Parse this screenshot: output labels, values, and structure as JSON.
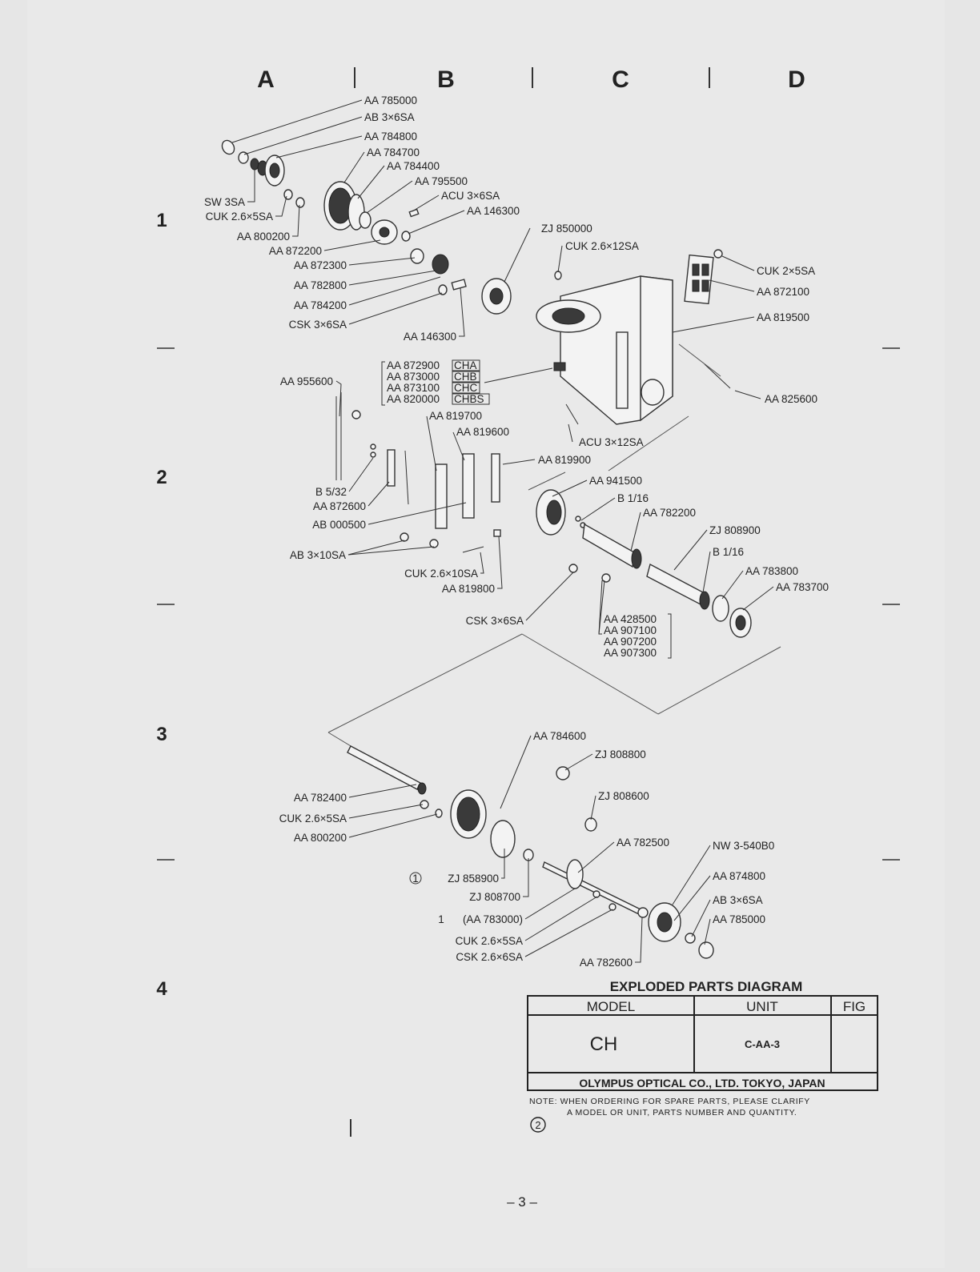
{
  "columns": [
    "A",
    "B",
    "C",
    "D"
  ],
  "rows": [
    "1",
    "2",
    "3",
    "4"
  ],
  "part_labels": [
    "AA 785000",
    "AB 3×6SA",
    "AA 784800",
    "AA 784700",
    "AA 784400",
    "AA 795500",
    "ACU 3×6SA",
    "AA 146300",
    "SW 3SA",
    "CUK 2.6×5SA",
    "AA 800200",
    "AA 872200",
    "AA 872300",
    "AA 782800",
    "AA 784200",
    "CSK 3×6SA",
    "AA 146300",
    "ZJ 850000",
    "CUK 2.6×12SA",
    "CUK 2×5SA",
    "AA 872100",
    "AA 819500",
    "AA 825600",
    "AA 955600",
    "AA 819700",
    "AA 819600",
    "ACU 3×12SA",
    "AA 819900",
    "B 5/32",
    "AA 872600",
    "AB 000500",
    "AB 3×10SA",
    "CUK 2.6×10SA",
    "AA 819800",
    "AA 941500",
    "B 1/16",
    "AA 782200",
    "ZJ 808900",
    "B 1/16",
    "AA 783800",
    "AA 783700",
    "CSK 3×6SA",
    "AA 784600",
    "ZJ 808800",
    "ZJ 808600",
    "AA 782400",
    "CUK 2.6×5SA",
    "AA 800200",
    "AA 782500",
    "NW 3-540B0",
    "AA 874800",
    "AB 3×6SA",
    "AA 785000",
    "ZJ 858900",
    "ZJ 808700",
    "(AA 783000)",
    "CUK 2.6×5SA",
    "CSK 2.6×6SA",
    "AA 782600"
  ],
  "group_cha": [
    {
      "part": "AA 872900",
      "code": "CHA"
    },
    {
      "part": "AA 873000",
      "code": "CHB"
    },
    {
      "part": "AA 873100",
      "code": "CHC"
    },
    {
      "part": "AA 820000",
      "code": "CHBS"
    }
  ],
  "group_428": [
    "AA 428500",
    "AA 907100",
    "AA 907200",
    "AA 907300"
  ],
  "circle_one": "1",
  "title_block": {
    "heading": "EXPLODED PARTS DIAGRAM",
    "model_header": "MODEL",
    "unit_header": "UNIT",
    "fig_header": "FIG",
    "model_value": "CH",
    "unit_value": "C-AA-3",
    "fig_value": "",
    "company": "OLYMPUS OPTICAL CO., LTD. TOKYO, JAPAN",
    "note_line1": "NOTE: WHEN ORDERING FOR SPARE PARTS, PLEASE CLARIFY",
    "note_line2": "A MODEL OR UNIT, PARTS NUMBER AND QUANTITY.",
    "sheet_mark": "2"
  },
  "page_number": "– 3 –"
}
